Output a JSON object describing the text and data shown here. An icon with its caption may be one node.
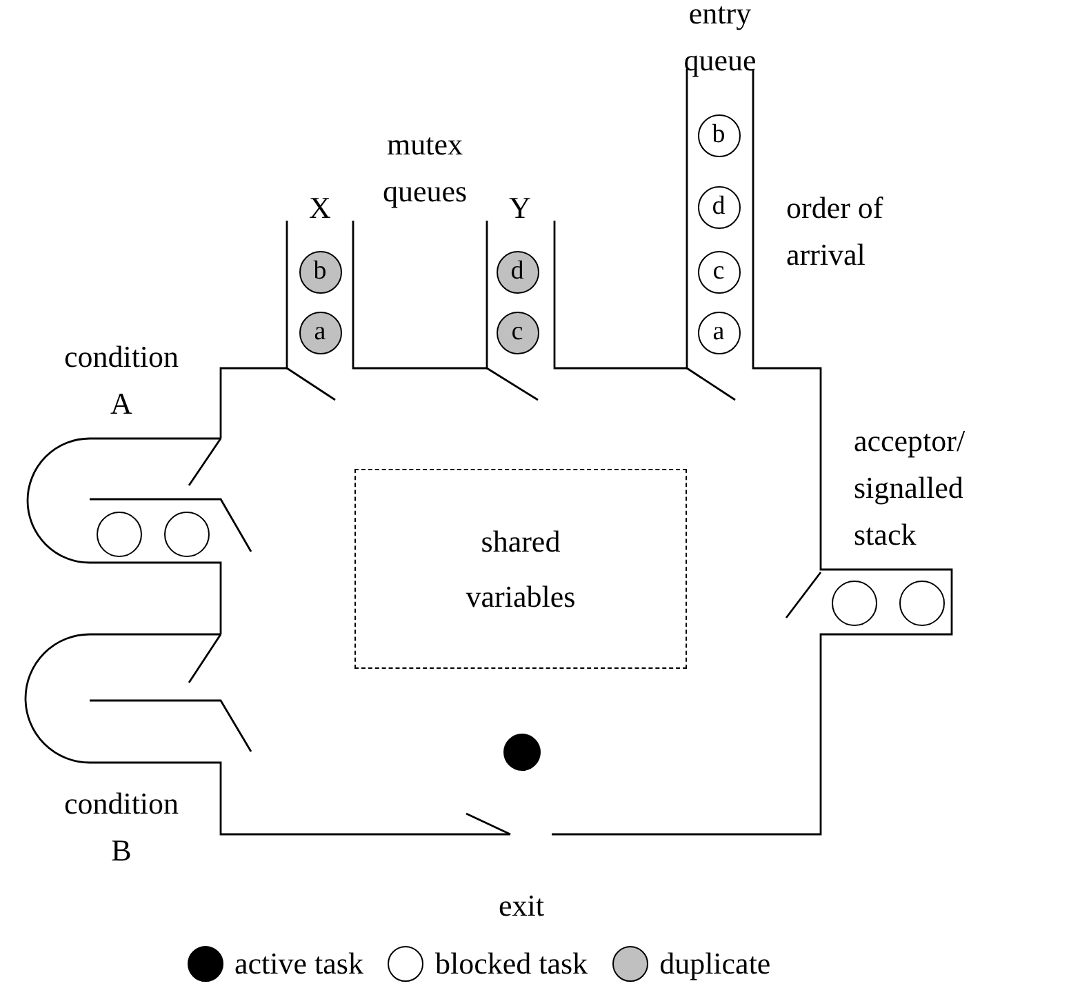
{
  "diagram": {
    "nodes": [
      {
        "text": [
          "b"
        ]
      },
      {
        "text": [
          "d"
        ]
      },
      {
        "text": [
          "b"
        ]
      },
      {
        "text": [
          "d"
        ]
      },
      {
        "text": [
          "c"
        ]
      },
      {
        "text": [
          "a"
        ]
      },
      {
        "text": [
          "c"
        ]
      },
      {
        "text": [
          "a"
        ]
      },
      {
        "text": [],
        "shape": "circle"
      },
      {
        "text": [],
        "shape": "circle"
      },
      {
        "text": [
          "shared variables"
        ]
      },
      {
        "text": [],
        "shape": "circle"
      },
      {
        "text": [],
        "shape": "circle"
      },
      {
        "text": [],
        "shape": "circle"
      }
    ],
    "labels": [
      "entry queue",
      "mutex queues",
      "X",
      "Y",
      "order of arrival",
      "condition A",
      "acceptor/ signalled stack",
      "condition B",
      "exit"
    ],
    "legend": [
      {
        "text": "active task",
        "color": "#000000"
      },
      {
        "text": "blocked task",
        "color": "#ffffff"
      },
      {
        "text": "duplicate",
        "color": "#c0c0c0"
      }
    ]
  }
}
